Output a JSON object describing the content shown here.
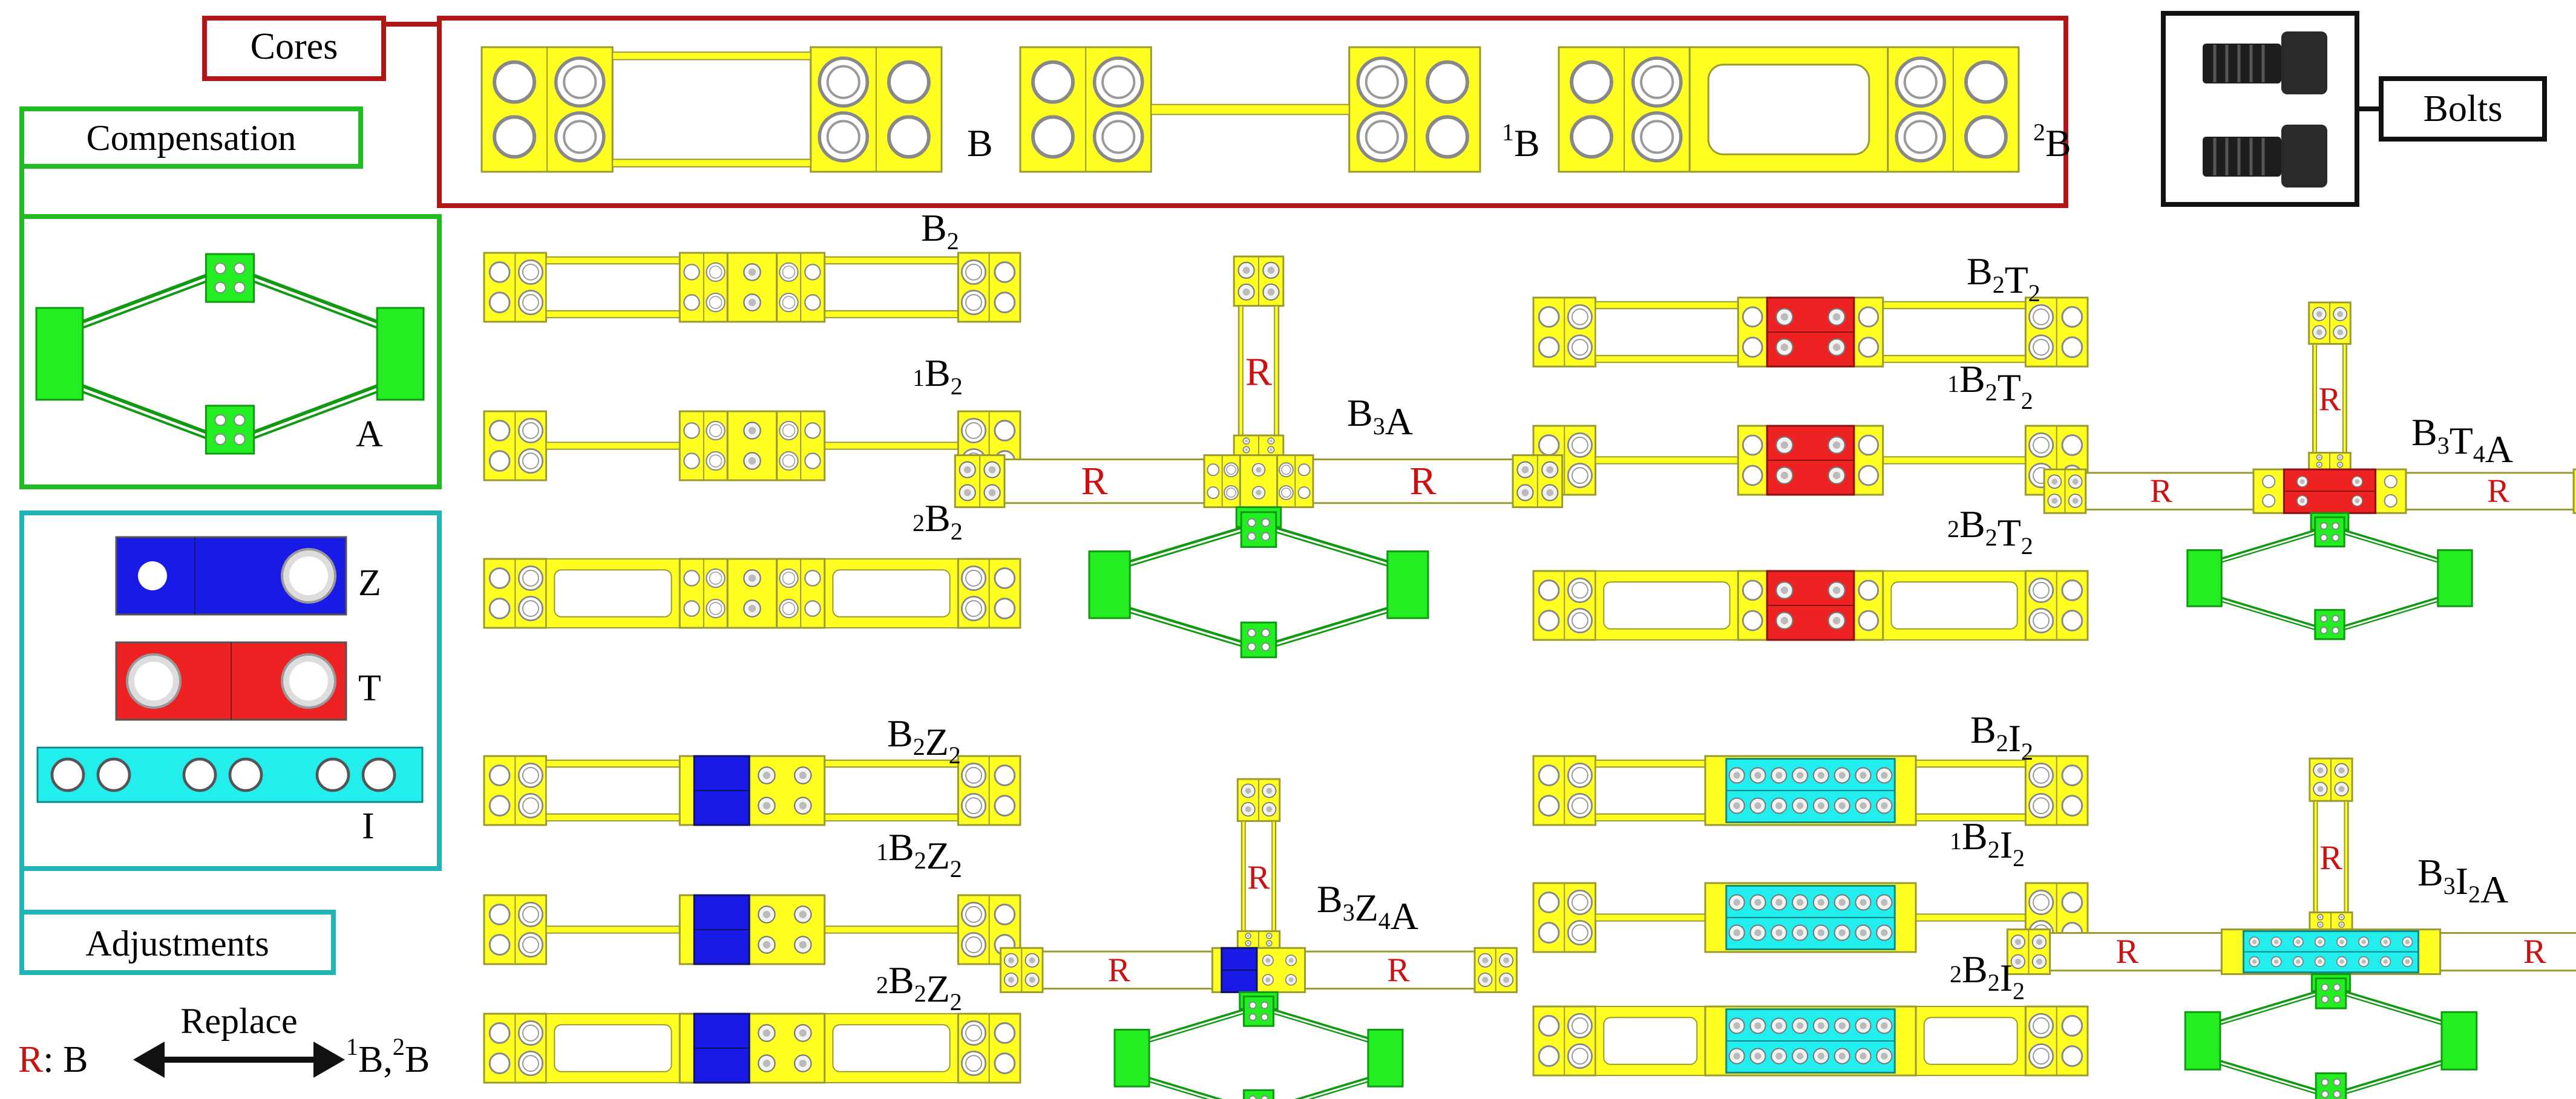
{
  "colors": {
    "core": "#ffff22",
    "core_outline": "#9a9a30",
    "compensation": "#22ee22",
    "compensation_frame": "#22bb22",
    "blue": "#1a1ae6",
    "red": "#ee2222",
    "cyan": "#22eeee",
    "cores_frame": "#b01818",
    "adjust_frame": "#22b5b5",
    "bolt": "#222222",
    "r_label": "#cc1111"
  },
  "labels": {
    "cores": "Cores",
    "bolts": "Bolts",
    "compensation": "Compensation",
    "adjustments": "Adjustments",
    "replace": "Replace",
    "r_letter": "R",
    "r_suffix": ": B",
    "replace_target": "¹B,²B"
  },
  "legend": {
    "a": "A",
    "z": "Z",
    "t": "T",
    "i": "I"
  },
  "cores": [
    {
      "pre": "",
      "base": "B",
      "sub": ""
    },
    {
      "pre": "1",
      "base": "B",
      "sub": ""
    },
    {
      "pre": "2",
      "base": "B",
      "sub": ""
    }
  ],
  "r_mark": "R",
  "configs": {
    "b2": [
      {
        "t": "B",
        "s": "2"
      }
    ],
    "b2_1": [
      {
        "p": "1"
      },
      {
        "t": "B",
        "s": "2"
      }
    ],
    "b2_2": [
      {
        "p": "2"
      },
      {
        "t": "B",
        "s": "2"
      }
    ],
    "b3a": [
      {
        "t": "B",
        "s": "3"
      },
      {
        "t": "A"
      }
    ],
    "b2t2": [
      {
        "t": "B",
        "s": "2"
      },
      {
        "t": "T",
        "s": "2"
      }
    ],
    "b2t2_1": [
      {
        "p": "1"
      },
      {
        "t": "B",
        "s": "2"
      },
      {
        "t": "T",
        "s": "2"
      }
    ],
    "b2t2_2": [
      {
        "p": "2"
      },
      {
        "t": "B",
        "s": "2"
      },
      {
        "t": "T",
        "s": "2"
      }
    ],
    "b3t4a": [
      {
        "t": "B",
        "s": "3"
      },
      {
        "t": "T",
        "s": "4"
      },
      {
        "t": "A"
      }
    ],
    "b2z2": [
      {
        "t": "B",
        "s": "2"
      },
      {
        "t": "Z",
        "s": "2"
      }
    ],
    "b2z2_1": [
      {
        "p": "1"
      },
      {
        "t": "B",
        "s": "2"
      },
      {
        "t": "Z",
        "s": "2"
      }
    ],
    "b2z2_2": [
      {
        "p": "2"
      },
      {
        "t": "B",
        "s": "2"
      },
      {
        "t": "Z",
        "s": "2"
      }
    ],
    "b3z4a": [
      {
        "t": "B",
        "s": "3"
      },
      {
        "t": "Z",
        "s": "4"
      },
      {
        "t": "A"
      }
    ],
    "b2i2": [
      {
        "t": "B",
        "s": "2"
      },
      {
        "t": "I",
        "s": "2"
      }
    ],
    "b2i2_1": [
      {
        "p": "1"
      },
      {
        "t": "B",
        "s": "2"
      },
      {
        "t": "I",
        "s": "2"
      }
    ],
    "b2i2_2": [
      {
        "p": "2"
      },
      {
        "t": "B",
        "s": "2"
      },
      {
        "t": "I",
        "s": "2"
      }
    ],
    "b3i2a": [
      {
        "t": "B",
        "s": "3"
      },
      {
        "t": "I",
        "s": "2"
      },
      {
        "t": "A"
      }
    ]
  }
}
